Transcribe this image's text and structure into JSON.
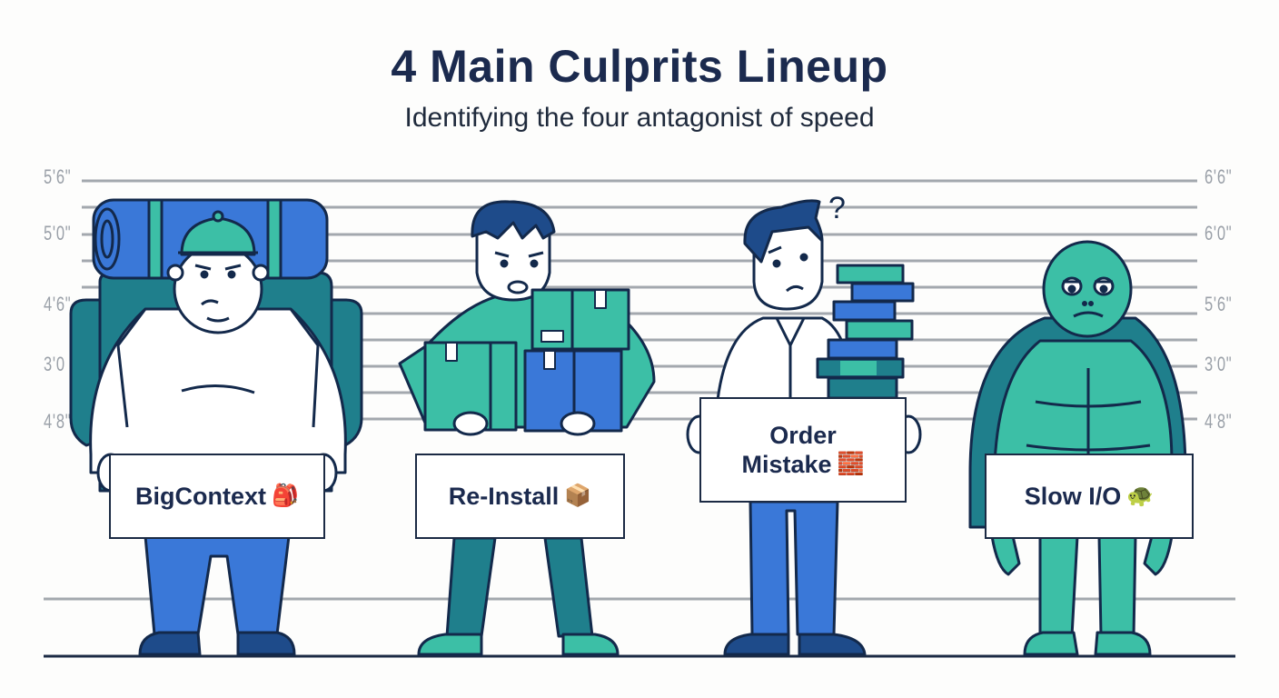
{
  "header": {
    "title": "4 Main Culprits Lineup",
    "subtitle": "Identifying the four antagonist of speed"
  },
  "height_chart": {
    "left_labels": [
      "5'6\"",
      "5'0\"",
      "4'6\"",
      "3'0",
      "4'8\""
    ],
    "right_labels": [
      "6'6\"",
      "6'0\"",
      "5'6\"",
      "3'0\"",
      "4'8\""
    ],
    "line_color": "#a3a8ae",
    "floor_color": "#1b2a44"
  },
  "culprits": [
    {
      "name": "BigContext",
      "emoji": "🎒",
      "character": "heavy man with backpack and sleeping roll"
    },
    {
      "name": "Re-Install",
      "emoji": "📦",
      "character": "man carrying stacked boxes"
    },
    {
      "name_line1": "Order",
      "name_line2": "Mistake",
      "emoji": "🧱",
      "character": "confused man beside misstacked blocks"
    },
    {
      "name": "Slow I/O",
      "emoji": "🐢",
      "character": "sleepy turtle"
    }
  ],
  "colors": {
    "title": "#1b2a4e",
    "blue": "#3a78d8",
    "dark_blue": "#1e4b8a",
    "teal": "#3cbfa6",
    "dark_teal": "#1f7f8c",
    "outline": "#13294b"
  }
}
